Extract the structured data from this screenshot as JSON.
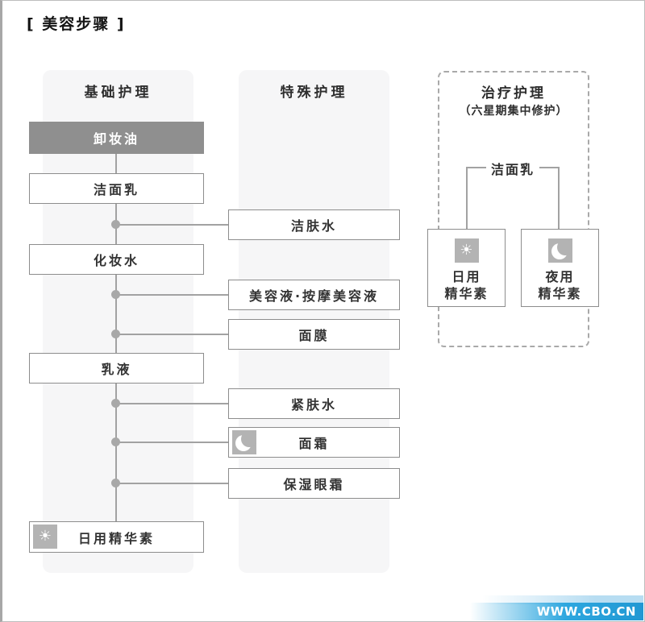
{
  "page": {
    "title": "[ 美容步骤 ]"
  },
  "columns": {
    "basic": {
      "header": "基础护理",
      "boxes": [
        {
          "label": "卸妆油",
          "style": "dark"
        },
        {
          "label": "洁面乳"
        },
        {
          "label": "化妆水"
        },
        {
          "label": "乳液"
        },
        {
          "label": "日用精华素",
          "icon": "sun-icon"
        }
      ]
    },
    "special": {
      "header": "特殊护理",
      "boxes": [
        {
          "label": "洁肤水"
        },
        {
          "label": "美容液·按摩美容液"
        },
        {
          "label": "面膜"
        },
        {
          "label": "紧肤水"
        },
        {
          "label": "面霜",
          "icon": "moon-icon"
        },
        {
          "label": "保湿眼霜"
        }
      ]
    },
    "treatment": {
      "header": "治疗护理",
      "subheader": "（六星期集中修护）",
      "shared_step": "洁面乳",
      "boxes": [
        {
          "icon": "sun-icon",
          "line1": "日用",
          "line2": "精华素"
        },
        {
          "icon": "moon-icon",
          "line1": "夜用",
          "line2": "精华素"
        }
      ]
    }
  },
  "icons": {
    "sun_glyph": "☀"
  },
  "footer": {
    "watermark": "WWW.CBO.CN"
  },
  "colors": {
    "dark_box": "#8f8f8f",
    "box_border": "#8d8d8d",
    "column_bg": "#f6f6f7",
    "connector": "#a2a2a2",
    "icon_bg": "#b3b3b3",
    "accent_blue": "#2ea7df"
  }
}
